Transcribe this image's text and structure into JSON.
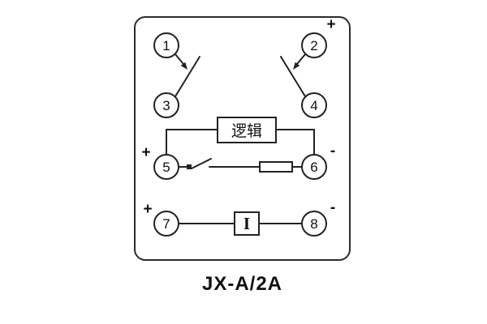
{
  "title": "JX-A/2A",
  "relay": {
    "logic_box_label": "逻辑",
    "current_box_label": "I"
  },
  "terminals": [
    {
      "label": "1"
    },
    {
      "label": "2"
    },
    {
      "label": "3"
    },
    {
      "label": "4"
    },
    {
      "label": "5"
    },
    {
      "label": "6"
    },
    {
      "label": "7"
    },
    {
      "label": "8"
    }
  ],
  "polarity_marks": {
    "terminal2_plus": "+",
    "terminal5_plus": "+",
    "terminal6_minus": "-",
    "terminal7_plus": "+",
    "terminal8_minus": "-"
  },
  "colors": {
    "line": "#222222",
    "outline": "#2b2b2b",
    "background": "#ffffff",
    "text": "#111111"
  }
}
